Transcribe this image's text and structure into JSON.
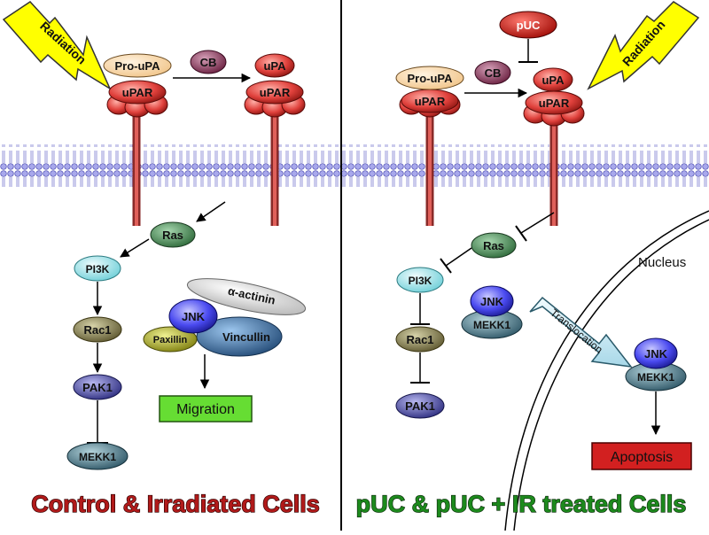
{
  "left_panel": {
    "radiation": "Radiation",
    "pro_upa": "Pro-uPA",
    "upar_1": "uPAR",
    "cb": "CB",
    "upa": "uPA",
    "upar_2": "uPAR",
    "ras": "Ras",
    "pi3k": "PI3K",
    "rac1": "Rac1",
    "pak1": "PAK1",
    "mekk1": "MEKK1",
    "alpha_actinin": "α-actinin",
    "jnk": "JNK",
    "paxillin": "Paxillin",
    "vinculin": "Vincullin",
    "migration": "Migration",
    "title": "Control & Irradiated Cells"
  },
  "right_panel": {
    "puc": "pUC",
    "radiation": "Radiation",
    "pro_upa": "Pro-uPA",
    "upar_1": "uPAR",
    "cb": "CB",
    "upa": "uPA",
    "upar_2": "uPAR",
    "ras": "Ras",
    "pi3k": "PI3K",
    "rac1": "Rac1",
    "pak1": "PAK1",
    "jnk": "JNK",
    "mekk1": "MEKK1",
    "translocation": "Translocation",
    "nucleus": "Nucleus",
    "jnk_nuclear": "JNK",
    "mekk1_nuclear": "MEKK1",
    "apoptosis": "Apoptosis",
    "title": "pUC & pUC + IR treated Cells"
  },
  "colors": {
    "receptor_red": "#e0413c",
    "pro_upa_fill": "#f6d6a6",
    "cb_fill": "#8a3a5a",
    "ras_fill": "#4d8a5a",
    "pi3k_fill": "#9fe3ea",
    "rac1_fill": "#807a4a",
    "pak1_fill": "#4a4aa0",
    "mekk1_fill": "#4f8090",
    "jnk_fill": "#4a4af0",
    "paxillin_fill": "#b0b030",
    "vinculin_fill": "#3a6ea0",
    "migration_fill": "#66dd33",
    "apoptosis_fill": "#d22020",
    "radiation_fill": "#ffff00",
    "title_left": "#b11a1a",
    "title_right": "#1d8a1d"
  }
}
